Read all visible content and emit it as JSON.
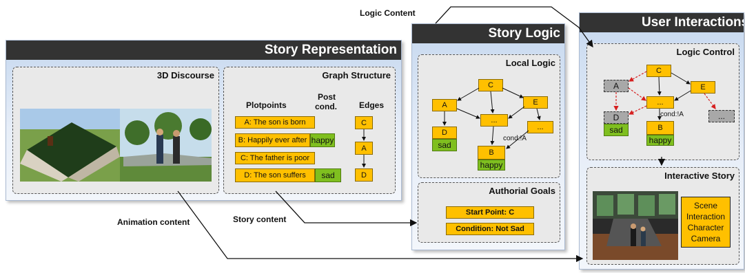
{
  "panels": {
    "story_representation": "Story Representation",
    "story_logic": "Story Logic",
    "user_interactions": "User Interactions"
  },
  "boxes": {
    "discourse": "3D Discourse",
    "graph_structure": "Graph Structure",
    "local_logic": "Local Logic",
    "authorial_goals": "Authorial Goals",
    "logic_control": "Logic Control",
    "interactive_story": "Interactive Story"
  },
  "graph": {
    "plotpoints_header": "Plotpoints",
    "post_header_1": "Post",
    "post_header_2": "cond.",
    "edges_header": "Edges",
    "plotpoints": [
      "A: The son is born",
      "B: Happily ever after",
      "C: The father is poor",
      "D: The son suffers"
    ],
    "post_conds": [
      "happy",
      "sad"
    ],
    "edges": [
      "C",
      "A",
      "D"
    ]
  },
  "local_logic": {
    "nodes": [
      "C",
      "A",
      "E",
      "...",
      "...",
      "D",
      "B"
    ],
    "d_state": "sad",
    "b_state": "happy",
    "cond": "cond:!A"
  },
  "authorial_goals": {
    "start_point": "Start Point: C",
    "condition": "Condition: Not Sad"
  },
  "logic_control": {
    "nodes": [
      "C",
      "A",
      "E",
      "...",
      "D",
      "B",
      "..."
    ],
    "d_state": "sad",
    "b_state": "happy",
    "cond": "cond:!A"
  },
  "interactive_story": {
    "features": [
      "Scene",
      "Interaction",
      "Character",
      "Camera"
    ]
  },
  "flow_labels": {
    "logic_content": "Logic Content",
    "animation_content": "Animation content",
    "story_content": "Story content"
  }
}
